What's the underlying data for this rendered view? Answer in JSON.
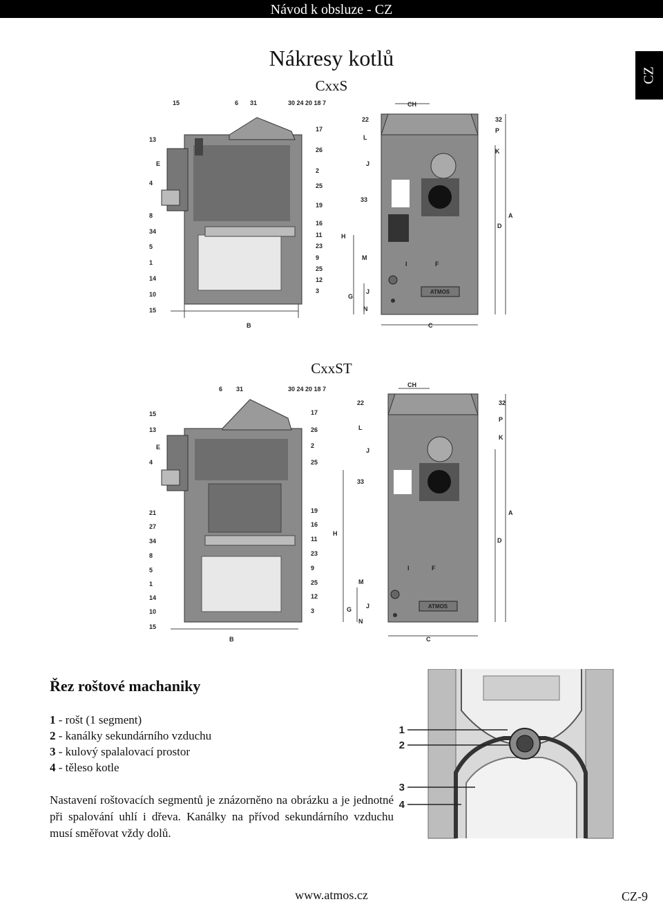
{
  "header": {
    "title": "Návod k obsluze - CZ",
    "lang_tab": "CZ"
  },
  "page_title": "Nákresy kotlů",
  "figure1": {
    "title": "CxxS",
    "top_labels": [
      "15",
      "6",
      "31",
      "30 24 20 18 7"
    ],
    "left_labels": [
      "13",
      "4",
      "8",
      "34",
      "5",
      "1",
      "14",
      "10",
      "15"
    ],
    "mid_labels": [
      "17",
      "26",
      "2",
      "25",
      "19",
      "16",
      "11",
      "23",
      "9",
      "25",
      "12",
      "3"
    ],
    "dim_labels": {
      "e": "E",
      "b": "B",
      "h": "H",
      "g": "G",
      "c": "C",
      "ch": "CH",
      "d": "D",
      "a": "A",
      "i": "I",
      "f": "F",
      "j1": "J",
      "j2": "J"
    },
    "right_labels": {
      "n22": "22",
      "l": "L",
      "n33": "33",
      "m": "M",
      "n": "N",
      "n32": "32",
      "p": "P",
      "k": "K"
    },
    "brand_plate": "ATMOS"
  },
  "figure2": {
    "title": "CxxST",
    "top_labels": [
      "6",
      "31",
      "30 24 20 18 7"
    ],
    "left_labels": [
      "15",
      "13",
      "4",
      "21",
      "27",
      "34",
      "8",
      "5",
      "1",
      "14",
      "10",
      "15"
    ],
    "mid_labels": [
      "17",
      "26",
      "2",
      "25",
      "19",
      "16",
      "11",
      "23",
      "9",
      "25",
      "12",
      "3"
    ],
    "dim_labels": {
      "e": "E",
      "b": "B",
      "h": "H",
      "g": "G",
      "c": "C",
      "ch": "CH",
      "d": "D",
      "a": "A",
      "i": "I",
      "f": "F",
      "j1": "J",
      "j2": "J"
    },
    "right_labels": {
      "n22": "22",
      "l": "L",
      "n33": "33",
      "m": "M",
      "n": "N",
      "n32": "32",
      "p": "P",
      "k": "K"
    },
    "brand_plate": "ATMOS"
  },
  "section": {
    "title": "Řez roštové machaniky",
    "legend": [
      {
        "num": "1",
        "text": " - rošt (1 segment)"
      },
      {
        "num": "2",
        "text": " - kanálky sekundárního vzduchu"
      },
      {
        "num": "3",
        "text": " - kulový spalalovací prostor"
      },
      {
        "num": "4",
        "text": " - těleso kotle"
      }
    ],
    "paragraph": "Nastavení roštovacích segmentů je znázorněno na obrázku a je jednotné při spalování uhlí i dřeva. Kanálky na přívod sekundárního vzduchu musí směřovat vždy dolů.",
    "detail_labels": [
      "1",
      "2",
      "3",
      "4"
    ]
  },
  "footer": {
    "url": "www.atmos.cz",
    "page": "CZ-9"
  }
}
